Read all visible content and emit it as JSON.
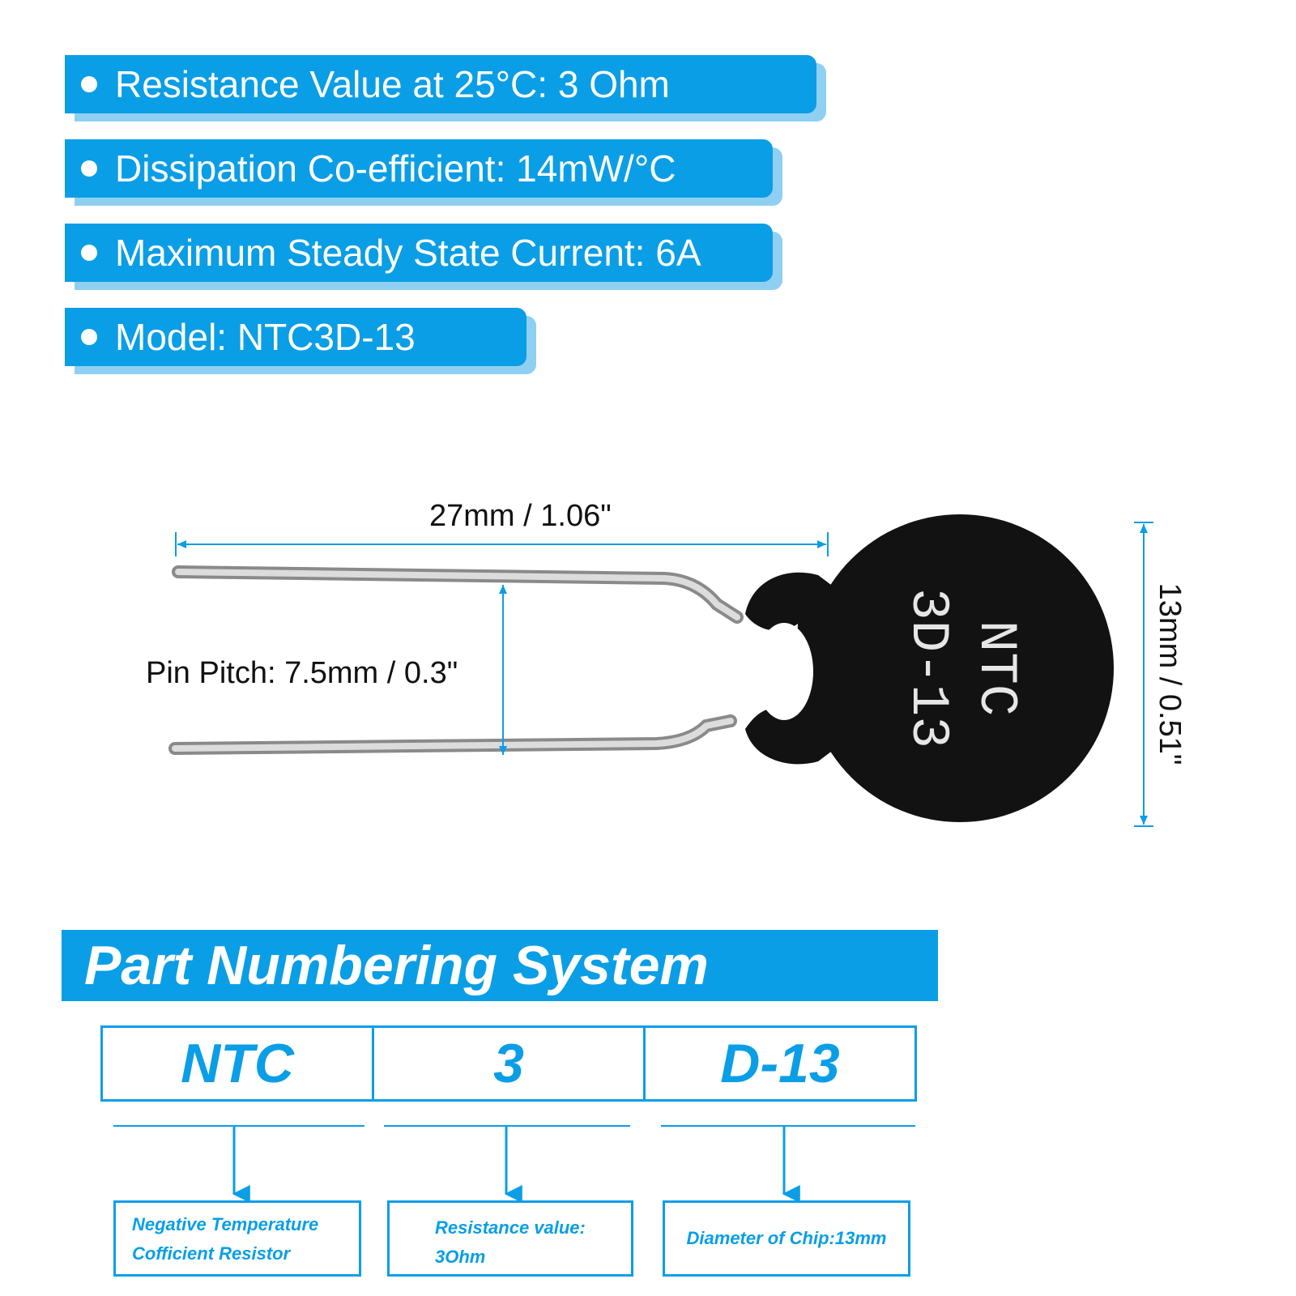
{
  "specs": [
    {
      "text": "Resistance Value at 25°C: 3 Ohm"
    },
    {
      "text": "Dissipation Co-efficient: 14mW/°C"
    },
    {
      "text": "Maximum Steady State Current: 6A"
    },
    {
      "text": "Model:  NTC3D-13"
    }
  ],
  "dimensions": {
    "length": "27mm / 1.06\"",
    "pin_pitch": "Pin Pitch: 7.5mm / 0.3\"",
    "diameter": "13mm / 0.51\""
  },
  "component": {
    "marking_line1": "NTC",
    "marking_line2": "3D-13"
  },
  "part_numbering": {
    "title": "Part Numbering System",
    "segments": [
      {
        "code": "NTC",
        "desc_line1": "Negative Temperature",
        "desc_line2": "Cofficient Resistor"
      },
      {
        "code": "3",
        "desc_line1": "Resistance value:",
        "desc_line2": "3Ohm"
      },
      {
        "code": "D-13",
        "desc_line1": "Diameter of Chip:13mm",
        "desc_line2": ""
      }
    ]
  },
  "colors": {
    "accent": "#0a9ee6",
    "accent_light": "#8fd0f2",
    "component_body": "#121212",
    "lead": "#b8b8b8"
  }
}
